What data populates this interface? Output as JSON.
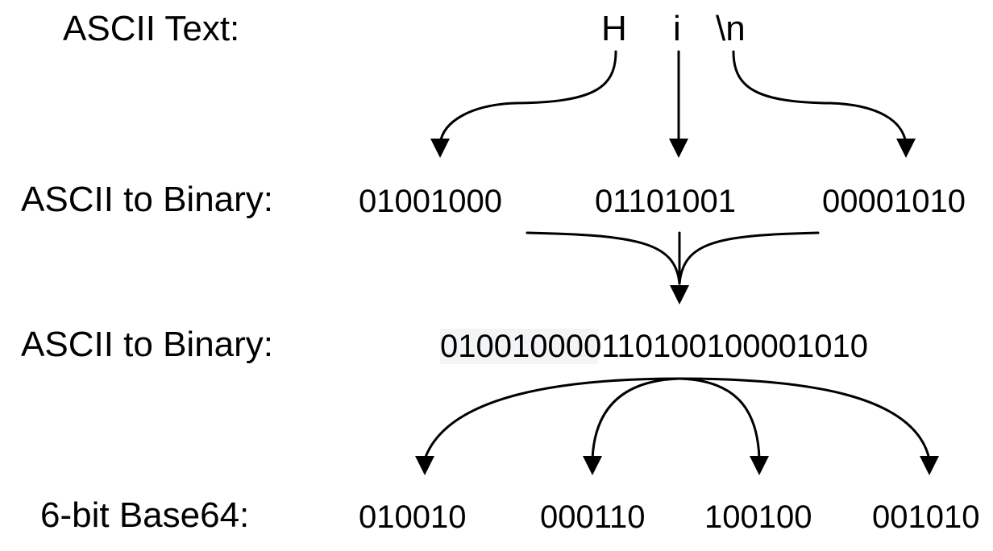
{
  "rows": {
    "ascii_text": {
      "label": "ASCII Text:",
      "chars": [
        "H",
        "i",
        "\\n"
      ]
    },
    "ascii_to_binary": {
      "label": "ASCII to Binary:",
      "bytes": [
        "01001000",
        "01101001",
        "00001010"
      ]
    },
    "concatenated": {
      "label": "ASCII to Binary:",
      "bits": "010010000110100100001010"
    },
    "base64": {
      "label": "6-bit Base64:",
      "groups": [
        "010010",
        "000110",
        "100100",
        "001010"
      ]
    }
  },
  "colors": {
    "text": "#000000",
    "arrow": "#000000",
    "highlight": "#f3f4f6"
  }
}
